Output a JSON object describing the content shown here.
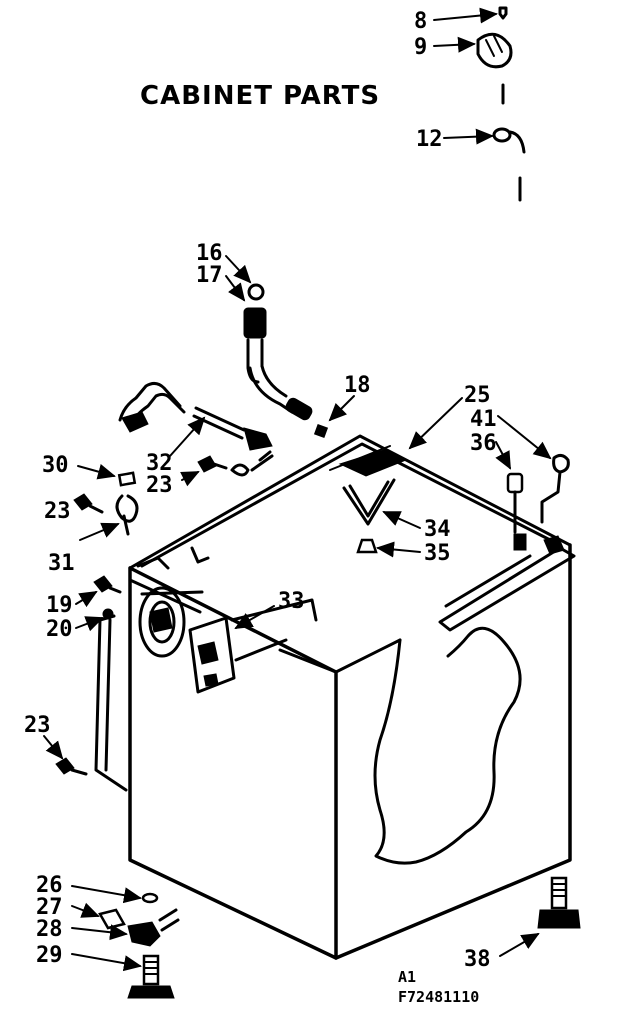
{
  "title": "CABINET PARTS",
  "footer": {
    "line1": "A1",
    "line2": "F72481110"
  },
  "labels": {
    "l8": "8",
    "l9": "9",
    "l12": "12",
    "l16": "16",
    "l17": "17",
    "l18": "18",
    "l25": "25",
    "l41": "41",
    "l36": "36",
    "l30": "30",
    "l32": "32",
    "l23a": "23",
    "l23b": "23",
    "l31": "31",
    "l34": "34",
    "l35": "35",
    "l19": "19",
    "l20": "20",
    "l33": "33",
    "l23c": "23",
    "l26": "26",
    "l27": "27",
    "l28": "28",
    "l29": "29",
    "l38": "38"
  }
}
